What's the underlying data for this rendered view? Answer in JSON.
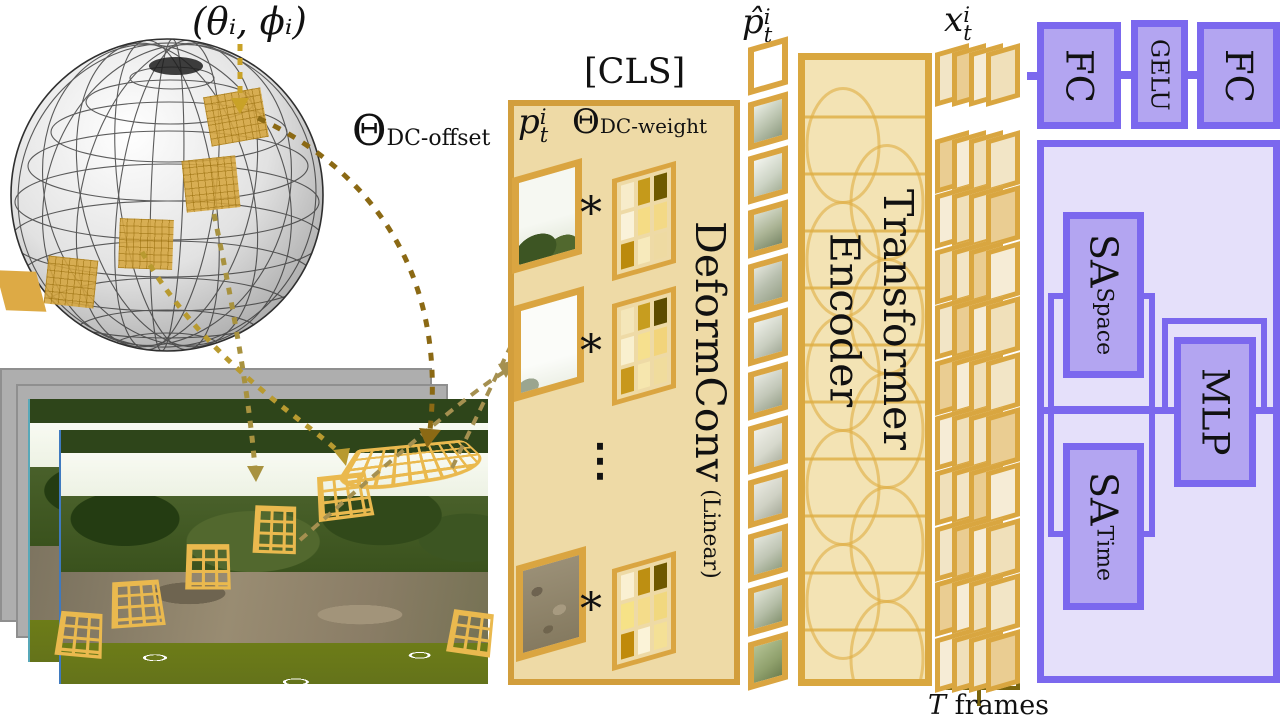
{
  "figure": {
    "labels": {
      "theta_phi": "(θᵢ, ϕᵢ)",
      "dc_offset_main": "Θ",
      "dc_offset_sub": "DC-offset",
      "cls": "[CLS]"
    },
    "deformconv": {
      "p_base": "p",
      "p_sup": "i",
      "p_sub": "t",
      "weight_main": "Θ",
      "weight_sub": "DC-weight",
      "asterisk": "*",
      "ellipsis": "⋮",
      "title": "DeformConv",
      "title_sub": "(Linear)",
      "kernels": [
        [
          "#f7ecca",
          "#c59a1b",
          "#6e5a00",
          "#faf2d9",
          "#f5dc85",
          "#f3d986",
          "#bb8a0d",
          "#f7eabc",
          "#eedaa2"
        ],
        [
          "#f4e6b9",
          "#c79d1f",
          "#5d4c00",
          "#f9f0cf",
          "#f6e08e",
          "#f2d47b",
          "#c8981c",
          "#f6e6ae",
          "#f0dc9d"
        ],
        [
          "#faf0d2",
          "#bd8f12",
          "#6e5800",
          "#f6e287",
          "#f4dc8a",
          "#f1d87f",
          "#c08a0a",
          "#fbf3d8",
          "#f4e096"
        ]
      ]
    },
    "phat": {
      "base": "p̂",
      "sup": "i",
      "sub": "t",
      "token_fills": [
        "linear-gradient(150deg,#e8ece2,#b9c2ad 55%,#8f9c82)",
        "linear-gradient(150deg,#f2f4ee,#ccd3c4 60%,#a8b29a)",
        "linear-gradient(160deg,#d7dccd,#aab394 55%,#7c8a6a)",
        "linear-gradient(150deg,#e2e4da,#b8bfae 50%,#97a188)",
        "linear-gradient(150deg,#eef0e9,#c9cec0 60%,#a5ac9a)",
        "linear-gradient(155deg,#e5e7df,#c2c7b8 55%,#9aa38d)",
        "linear-gradient(150deg,#efefe8,#d6d8cc 60%,#b2b6a6)",
        "linear-gradient(150deg,#e9e9e1,#cfd1c4 55%,#a9ad9c)",
        "linear-gradient(155deg,#e2e5db,#bfc5b4 55%,#93a083)",
        "linear-gradient(150deg,#dfe3d6,#b4bda6 55%,#879573)",
        "linear-gradient(150deg,#b3c293,#8fa06c 60%,#6f8050)"
      ]
    },
    "encoder": {
      "line1": "Transformer",
      "line2": "Encoder"
    },
    "x": {
      "base": "x",
      "sup": "i",
      "sub": "t",
      "group_count": 11,
      "shingle_fills": [
        "#f2e5c6",
        "#eacd92",
        "#f6ecd6",
        "#f0e0ba"
      ]
    },
    "t_frames": {
      "var": "T",
      "rest": " frames"
    },
    "head": {
      "fc1": "FC",
      "gelu": "GELU",
      "fc2": "FC"
    },
    "st_block": {
      "sa_space_main": "SA",
      "sa_space_sub": "Space",
      "sa_time_main": "SA",
      "sa_time_sub": "Time",
      "mlp": "MLP"
    },
    "colors": {
      "gold_border": "#d29e3c",
      "gold_fill": "#eedaa6",
      "token_border": "#daa541",
      "purple_border": "#7b68ee",
      "purple_fill": "#b3a5f1",
      "purple_light": "#e5e0fa",
      "dash_dark": "#8b6914",
      "dash_mid": "#a8923f",
      "dash_light": "#c9a227"
    }
  }
}
